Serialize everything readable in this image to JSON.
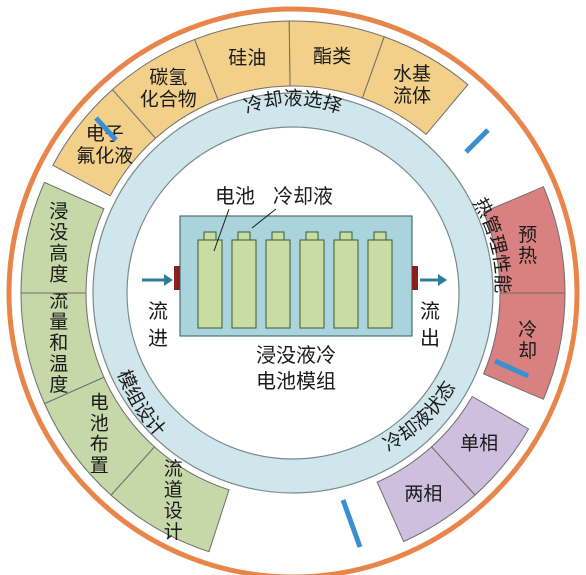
{
  "ring_labels": {
    "top": "冷却液选择",
    "right": "热管理性能",
    "bottom_right": "冷却液状态",
    "left": "模组设计"
  },
  "coolant_types": [
    "电子氟化液",
    "碳氢化合物",
    "硅油",
    "酯类",
    "水基流体"
  ],
  "coolant_types_lines": [
    [
      "电子",
      "氟化液"
    ],
    [
      "碳氢",
      "化合物"
    ],
    [
      "硅油"
    ],
    [
      "酯类"
    ],
    [
      "水基",
      "流体"
    ]
  ],
  "thermal_performance": [
    "预热",
    "冷却"
  ],
  "coolant_state": [
    "两相",
    "单相"
  ],
  "module_design": [
    "浸没高度",
    "流量和温度",
    "电池布置",
    "流道设计"
  ],
  "center": {
    "label_battery": "电池",
    "label_coolant": "冷却液",
    "inlet": "流进",
    "outlet": "流出",
    "module_title_line1": "浸没液冷",
    "module_title_line2": "电池模组"
  },
  "colors": {
    "outer_ring": "#e8854a",
    "inner_band": "#cfe6ec",
    "coolant_box": "#a9d3dd",
    "cell_fill": "#c9dca3",
    "seg_top": "#f3d08a",
    "seg_right": "#d98080",
    "seg_bottom_right": "#cdbfdd",
    "seg_left": "#c6d8a7",
    "divider_blue": "#3a8fd0",
    "port": "#8a1f1f"
  }
}
